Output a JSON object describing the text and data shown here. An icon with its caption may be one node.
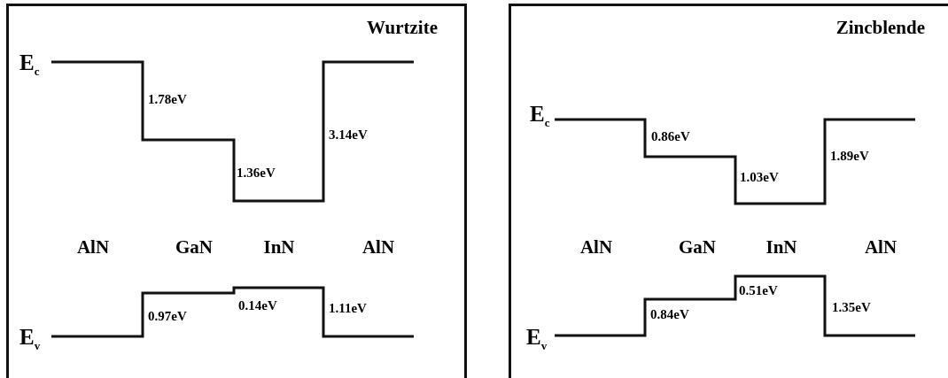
{
  "diagram": {
    "nodes": [
      {
        "text": [
          "Wurtzite"
        ]
      },
      {
        "text": [
          "Zincblende"
        ]
      }
    ],
    "labels": [
      "E$_{c}$",
      "1.78eV",
      "3.14eV",
      "1.36eV",
      "AlN",
      "GaN",
      "InN",
      "AlN",
      "0.14eV",
      "0.97eV",
      "1.11eV",
      "E$_{v}$",
      "E$_{c}$",
      "0.86eV",
      "1.89eV",
      "1.03eV",
      "AlN",
      "GaN",
      "InN",
      "AlN",
      "0.51eV",
      "0.84eV",
      "1.35eV",
      "E$_{v}$"
    ]
  }
}
